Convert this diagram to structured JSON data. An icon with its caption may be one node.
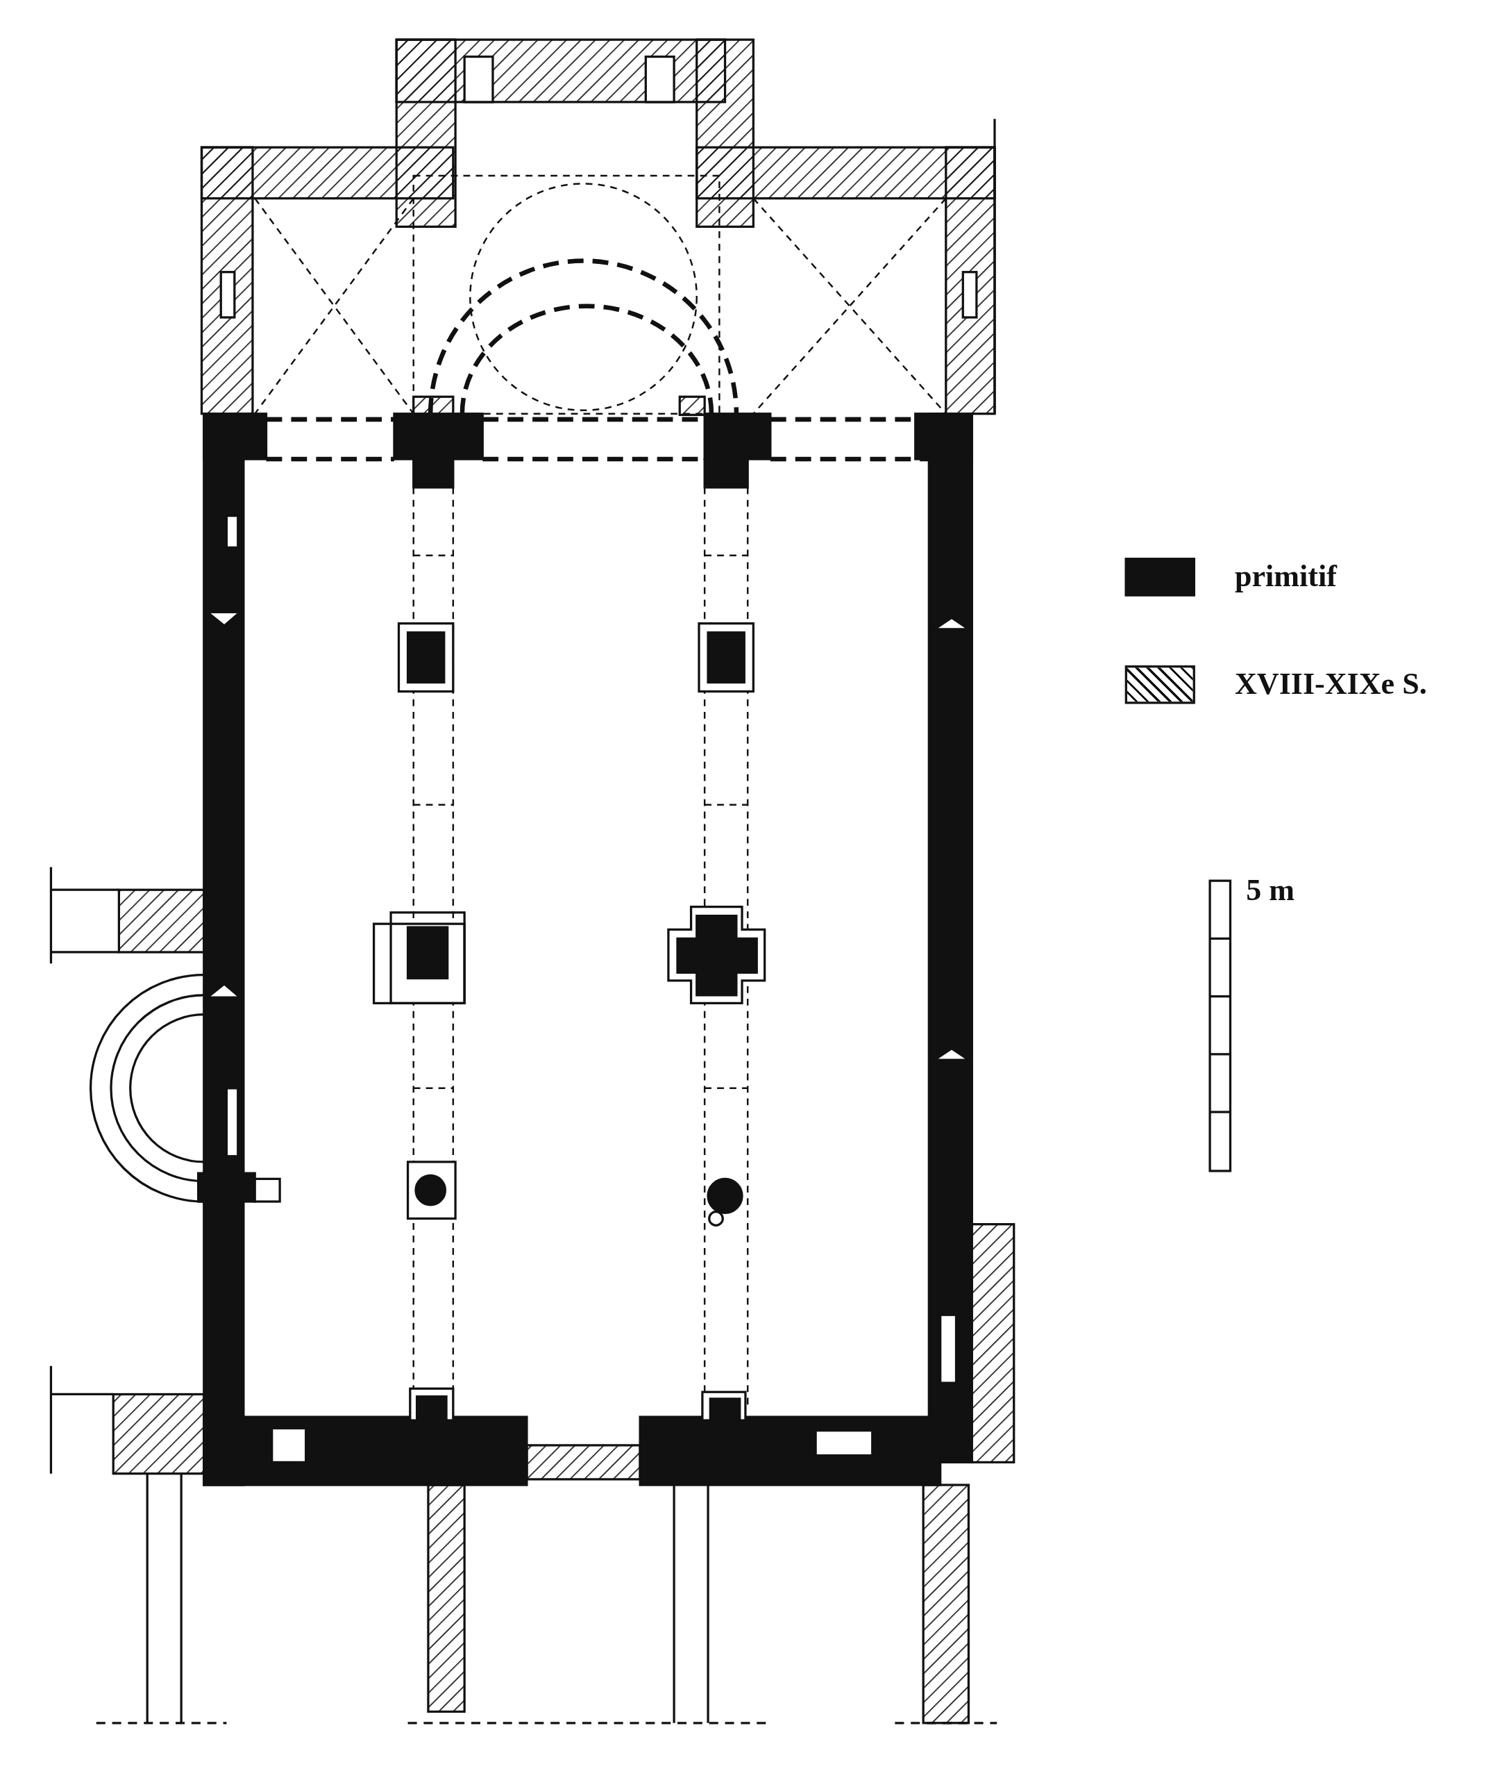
{
  "diagram": {
    "labels": [
      "5 m"
    ],
    "legend": [
      {
        "text": "primitif",
        "color": "#111111"
      },
      {
        "text": "XVIII-XIXe S."
      }
    ]
  }
}
